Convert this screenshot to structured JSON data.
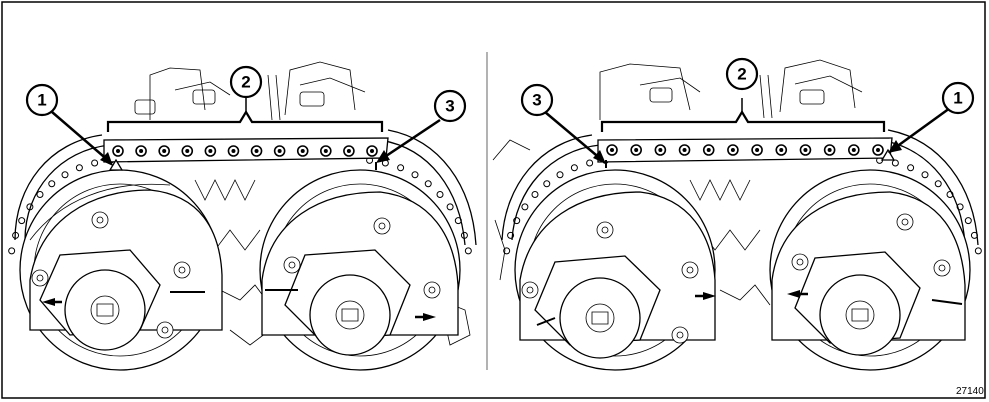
{
  "figure": {
    "id_label": "27140",
    "left_panel": {
      "callouts": [
        "1",
        "2",
        "3"
      ]
    },
    "right_panel": {
      "callouts": [
        "3",
        "2",
        "1"
      ]
    }
  },
  "legend": {
    "1": "",
    "2": "",
    "3": ""
  }
}
